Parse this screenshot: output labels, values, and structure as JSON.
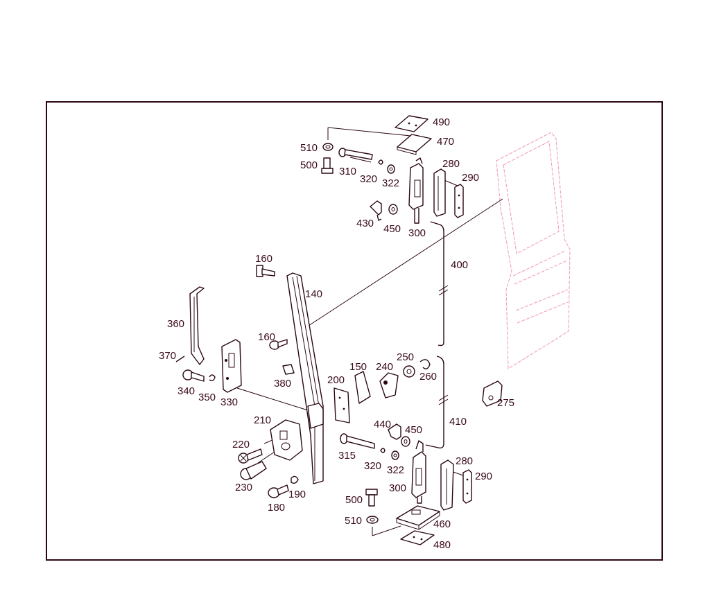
{
  "diagram": {
    "colors": {
      "ink": "#2a0712",
      "label": "#3a0a18",
      "ghost_door": "#f2a0b4",
      "background": "#ffffff"
    },
    "callouts": [
      {
        "id": "c490",
        "text": "490"
      },
      {
        "id": "c470",
        "text": "470"
      },
      {
        "id": "c510a",
        "text": "510"
      },
      {
        "id": "c500a",
        "text": "500"
      },
      {
        "id": "c310",
        "text": "310"
      },
      {
        "id": "c320a",
        "text": "320"
      },
      {
        "id": "c322a",
        "text": "322"
      },
      {
        "id": "c280a",
        "text": "280"
      },
      {
        "id": "c290a",
        "text": "290"
      },
      {
        "id": "c430",
        "text": "430"
      },
      {
        "id": "c450a",
        "text": "450"
      },
      {
        "id": "c300a",
        "text": "300"
      },
      {
        "id": "c400",
        "text": "400"
      },
      {
        "id": "c160a",
        "text": "160"
      },
      {
        "id": "c140",
        "text": "140"
      },
      {
        "id": "c360",
        "text": "360"
      },
      {
        "id": "c160b",
        "text": "160"
      },
      {
        "id": "c370",
        "text": "370"
      },
      {
        "id": "c380",
        "text": "380"
      },
      {
        "id": "c340",
        "text": "340"
      },
      {
        "id": "c350",
        "text": "350"
      },
      {
        "id": "c330",
        "text": "330"
      },
      {
        "id": "c150",
        "text": "150"
      },
      {
        "id": "c240",
        "text": "240"
      },
      {
        "id": "c250",
        "text": "250"
      },
      {
        "id": "c260",
        "text": "260"
      },
      {
        "id": "c200",
        "text": "200"
      },
      {
        "id": "c275",
        "text": "275"
      },
      {
        "id": "c410",
        "text": "410"
      },
      {
        "id": "c210",
        "text": "210"
      },
      {
        "id": "c440",
        "text": "440"
      },
      {
        "id": "c450b",
        "text": "450"
      },
      {
        "id": "c220",
        "text": "220"
      },
      {
        "id": "c315",
        "text": "315"
      },
      {
        "id": "c320b",
        "text": "320"
      },
      {
        "id": "c322b",
        "text": "322"
      },
      {
        "id": "c280b",
        "text": "280"
      },
      {
        "id": "c290b",
        "text": "290"
      },
      {
        "id": "c230",
        "text": "230"
      },
      {
        "id": "c300b",
        "text": "300"
      },
      {
        "id": "c190",
        "text": "190"
      },
      {
        "id": "c180",
        "text": "180"
      },
      {
        "id": "c500b",
        "text": "500"
      },
      {
        "id": "c510b",
        "text": "510"
      },
      {
        "id": "c460",
        "text": "460"
      },
      {
        "id": "c480",
        "text": "480"
      }
    ]
  }
}
